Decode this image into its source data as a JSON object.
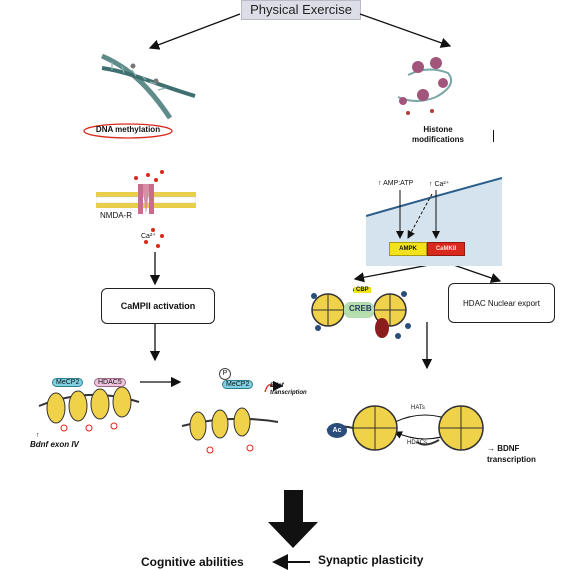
{
  "title": "Physical Exercise",
  "left_branch": {
    "dna_methylation": "DNA methylation",
    "nmda_receptor": "NMDA-R",
    "calcium": "Ca²⁺",
    "camkii_activation": "CaMPII activation",
    "mecp2": "MeCP2",
    "hdac5": "HDAC5",
    "phospho": "P",
    "bdnf_exon": "Bdnf exon IV",
    "bdnf_transcription_small": "Bdnf transcription"
  },
  "right_branch": {
    "histone_modifications": "Histone modifications",
    "amp_atp": "AMP:ATP",
    "calcium": "Ca²⁺",
    "ampk": "AMPK",
    "camkii": "CaMKII",
    "cbp": "CBP",
    "creb": "CREB",
    "hdac_export": "HDAC Nuclear export",
    "hats": "HATs",
    "hdacs": "HDACs",
    "acetyl": "Ac",
    "bdnf_transcription": "→ BDNF transcription"
  },
  "bottom": {
    "synaptic_plasticity": "Synaptic plasticity",
    "cognitive_abilities": "Cognitive abilities"
  },
  "colors": {
    "title_bg": "#dcdde6",
    "membrane_yellow": "#e8cf4a",
    "ampk_yellow": "#f2e21b",
    "camkii_red": "#d9291c",
    "mecp2_teal": "#7fd0e0",
    "hdac5_pink": "#efc3dd",
    "nucleosome": "#f0d24a",
    "dna_methyl_ring": "#d9281c"
  }
}
